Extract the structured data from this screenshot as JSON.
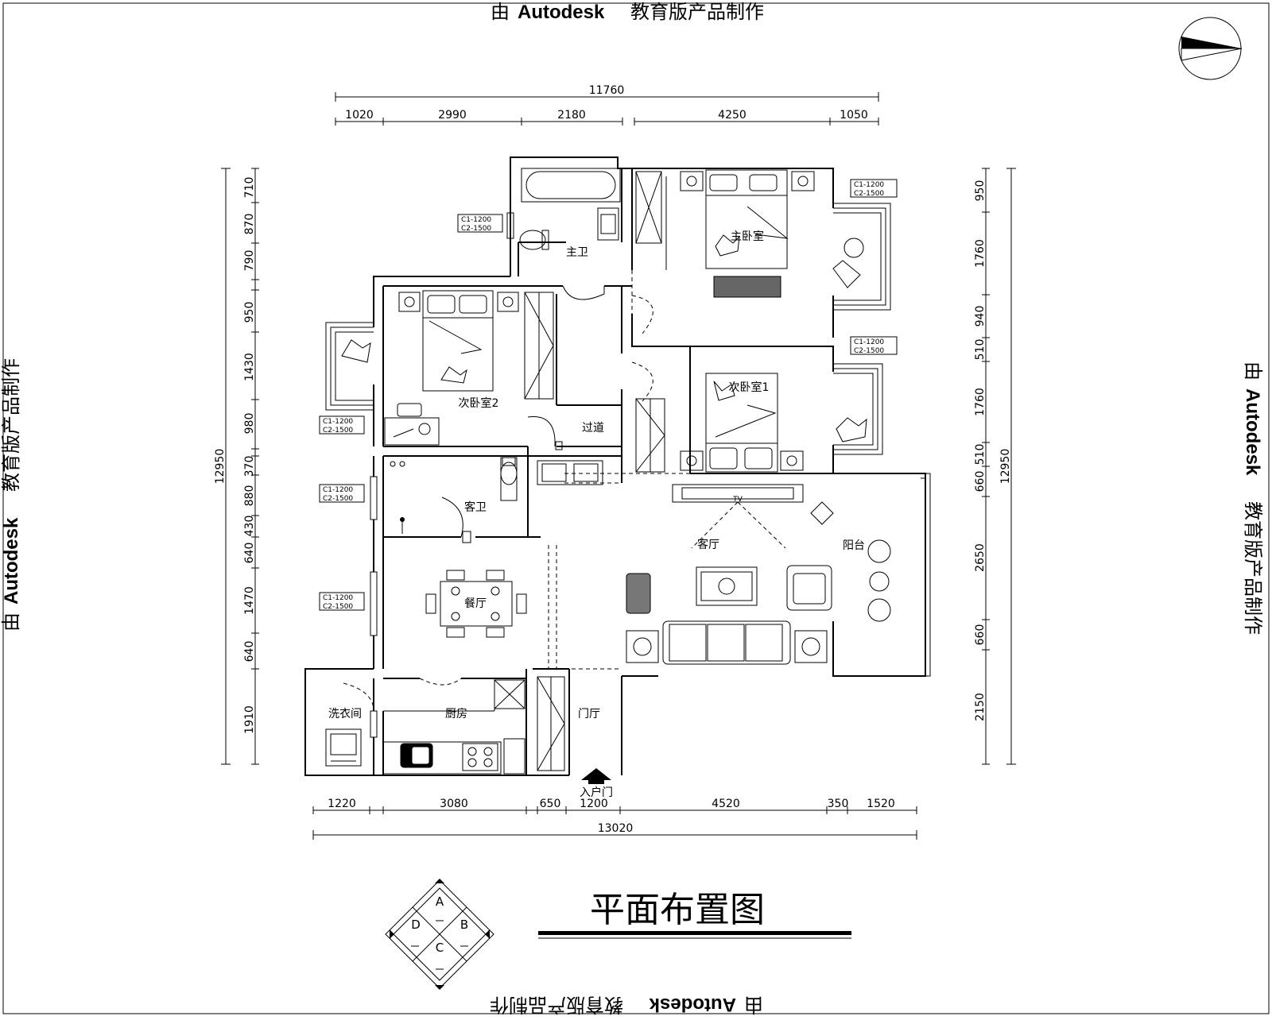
{
  "watermark": {
    "prefix": "由",
    "brand": "Autodesk",
    "suffix": "教育版产品制作"
  },
  "title": "平面布置图",
  "entrance_label": "入户门",
  "rooms": {
    "bath_main": "主卫",
    "bedroom_main": "主卧室",
    "bedroom_2": "次卧室2",
    "bedroom_1": "次卧室1",
    "corridor": "过道",
    "bath_guest": "客卫",
    "living": "客厅",
    "tv": "TV",
    "balcony": "阳台",
    "dining": "餐厅",
    "laundry": "洗衣间",
    "kitchen": "厨房",
    "foyer": "门厅"
  },
  "dimensions": {
    "top_total": "11760",
    "top": [
      "1020",
      "2990",
      "2180",
      "4250",
      "1050"
    ],
    "bottom_total": "13020",
    "bottom": [
      "1220",
      "3080",
      "650",
      "1200",
      "4520",
      "350",
      "1520"
    ],
    "left_total": "12950",
    "left": [
      "710",
      "870",
      "790",
      "950",
      "1430",
      "980",
      "370",
      "880",
      "430",
      "640",
      "1470",
      "640",
      "1910"
    ],
    "right_total": "12950",
    "right": [
      "950",
      "1760",
      "940",
      "510",
      "1760",
      "510",
      "660",
      "2650",
      "660",
      "2150"
    ]
  },
  "window_tag": [
    "C1-1200",
    "C2-1500"
  ],
  "compass_keys": [
    "A",
    "B",
    "C",
    "D"
  ],
  "icons": [
    "north-arrow-icon",
    "direction-key-icon",
    "entrance-arrow-icon"
  ]
}
